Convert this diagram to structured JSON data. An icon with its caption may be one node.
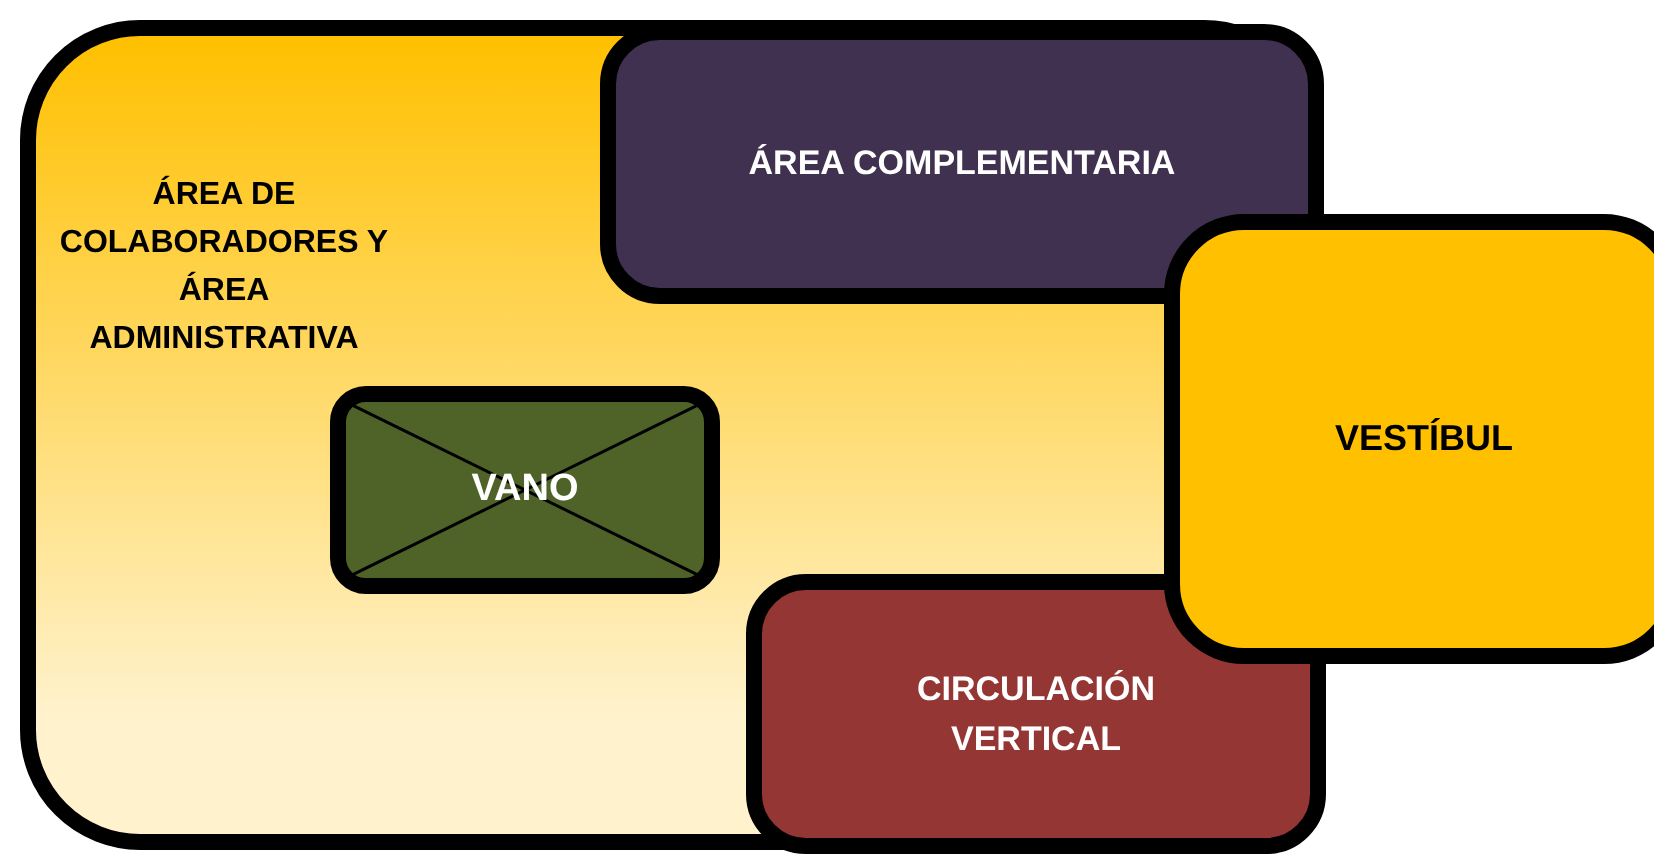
{
  "diagram": {
    "nodes": [
      {
        "text": [
          "ÁREA DE COLABORADORES Y ÁREA ADMINISTRATIVA"
        ]
      },
      {
        "text": [
          "ÁREA COMPLEMENTARIA"
        ],
        "in": 0
      },
      {
        "text": [
          "VANO"
        ],
        "in": 0
      },
      {
        "text": [
          "CIRCULACIÓN VERTICAL"
        ],
        "in": 0
      },
      {
        "text": [
          "VESTÍBUL"
        ]
      }
    ]
  }
}
